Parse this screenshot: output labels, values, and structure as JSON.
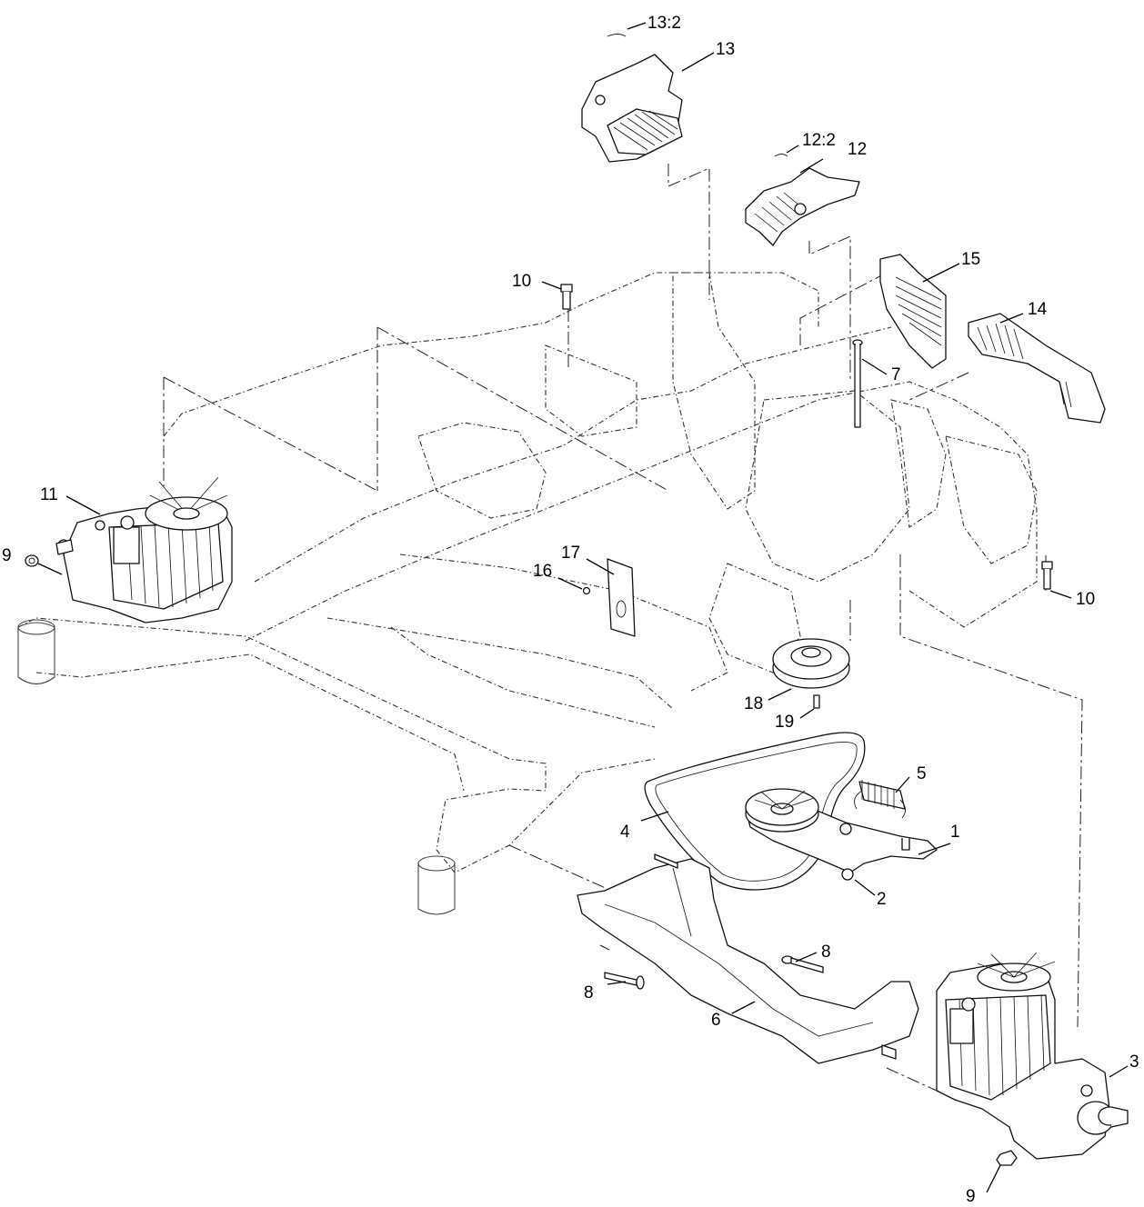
{
  "callouts": {
    "c1": "1",
    "c2": "2",
    "c3": "3",
    "c4": "4",
    "c5": "5",
    "c6": "6",
    "c7": "7",
    "c8a": "8",
    "c8b": "8",
    "c9a": "9",
    "c9b": "9",
    "c10a": "10",
    "c10b": "10",
    "c11": "11",
    "c12": "12",
    "c12_2": "12:2",
    "c13": "13",
    "c13_2": "13:2",
    "c14": "14",
    "c15": "15",
    "c16": "16",
    "c17": "17",
    "c18": "18",
    "c19": "19"
  }
}
